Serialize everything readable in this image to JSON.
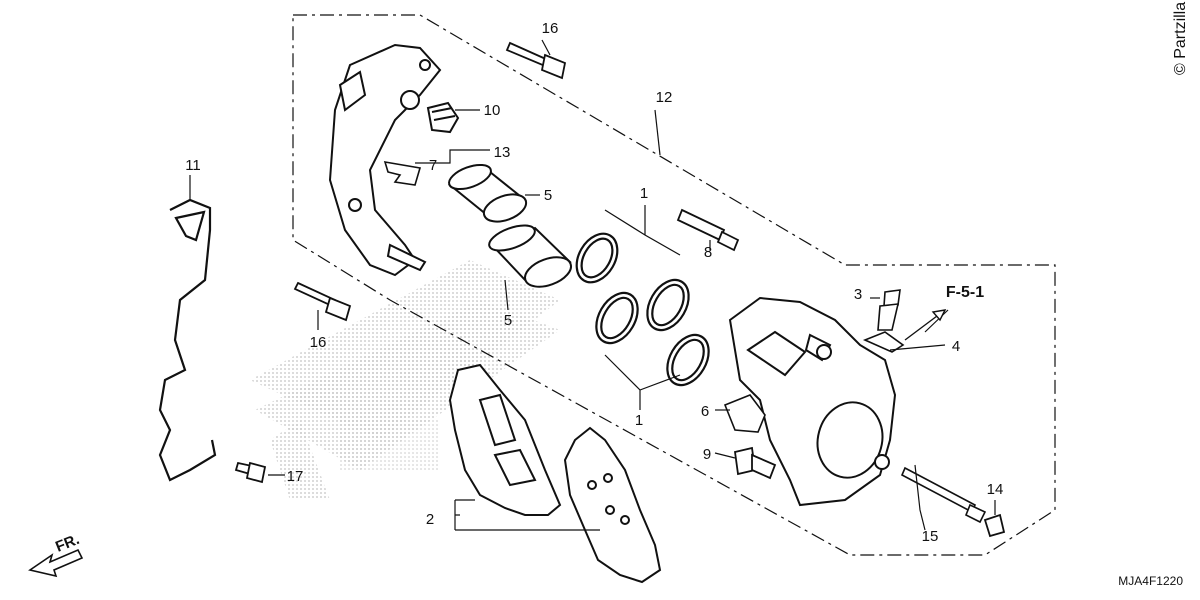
{
  "diagram": {
    "callouts": {
      "c1a": "1",
      "c1b": "1",
      "c2": "2",
      "c3": "3",
      "c4": "4",
      "c5a": "5",
      "c5b": "5",
      "c6": "6",
      "c7": "7",
      "c8": "8",
      "c9": "9",
      "c10": "10",
      "c11": "11",
      "c12": "12",
      "c13": "13",
      "c14": "14",
      "c15": "15",
      "c16a": "16",
      "c16b": "16",
      "c17": "17"
    },
    "ref_label": "F-5-1",
    "front_marker": "FR.",
    "drawing_code": "MJA4F1220",
    "watermark": "© Partzilla"
  },
  "colors": {
    "line": "#111111",
    "dotted": "#c8c8c8",
    "fill": "#ffffff"
  }
}
